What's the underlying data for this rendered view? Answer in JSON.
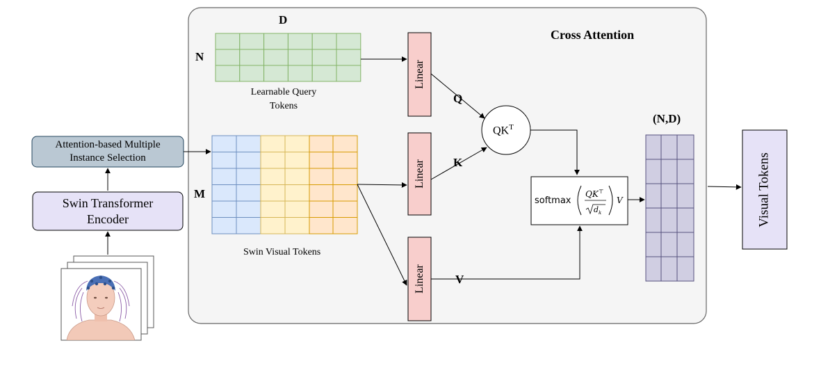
{
  "colors": {
    "panel_fill": "#f5f5f5",
    "panel_stroke": "#666666",
    "green_fill": "#d5e8d4",
    "green_stroke": "#82b366",
    "blue_fill": "#dae8fc",
    "blue_stroke": "#6c8ebf",
    "yellow_fill": "#fff2cc",
    "yellow_stroke": "#d6b656",
    "orange_fill": "#ffe6cc",
    "orange_stroke": "#d79b00",
    "linear_fill": "#f8cecc",
    "linear_stroke": "#b85450",
    "purple_fill": "#d0cee2",
    "purple_stroke": "#56517e",
    "lavender_fill": "#e1d5e7",
    "selection_fill": "#bac8d3",
    "selection_stroke": "#23445d"
  },
  "labels": {
    "cross_attention": "Cross Attention",
    "dim_d": "D",
    "dim_n": "N",
    "dim_m": "M",
    "query_tokens_line1": "Learnable Query",
    "query_tokens_line2": "Tokens",
    "swin_tokens": "Swin Visual Tokens",
    "linear_q": "Linear",
    "linear_k": "Linear",
    "linear_v": "Linear",
    "q": "Q",
    "k": "K",
    "v": "V",
    "qk_base": "QK",
    "qk_sup": "T",
    "softmax_fn": "softmax",
    "softmax_num": "QK",
    "softmax_num_sup": "⊤",
    "softmax_den": "d",
    "softmax_den_sub": "k",
    "softmax_v": "V",
    "nd": "(N,D)",
    "visual_tokens": "Visual Tokens",
    "selection_line1": "Attention-based Multiple",
    "selection_line2": "Instance Selection",
    "encoder_line1": "Swin Transformer",
    "encoder_line2": "Encoder"
  },
  "icons": {
    "eeg_subject": "eeg-head-image-stack-icon"
  }
}
